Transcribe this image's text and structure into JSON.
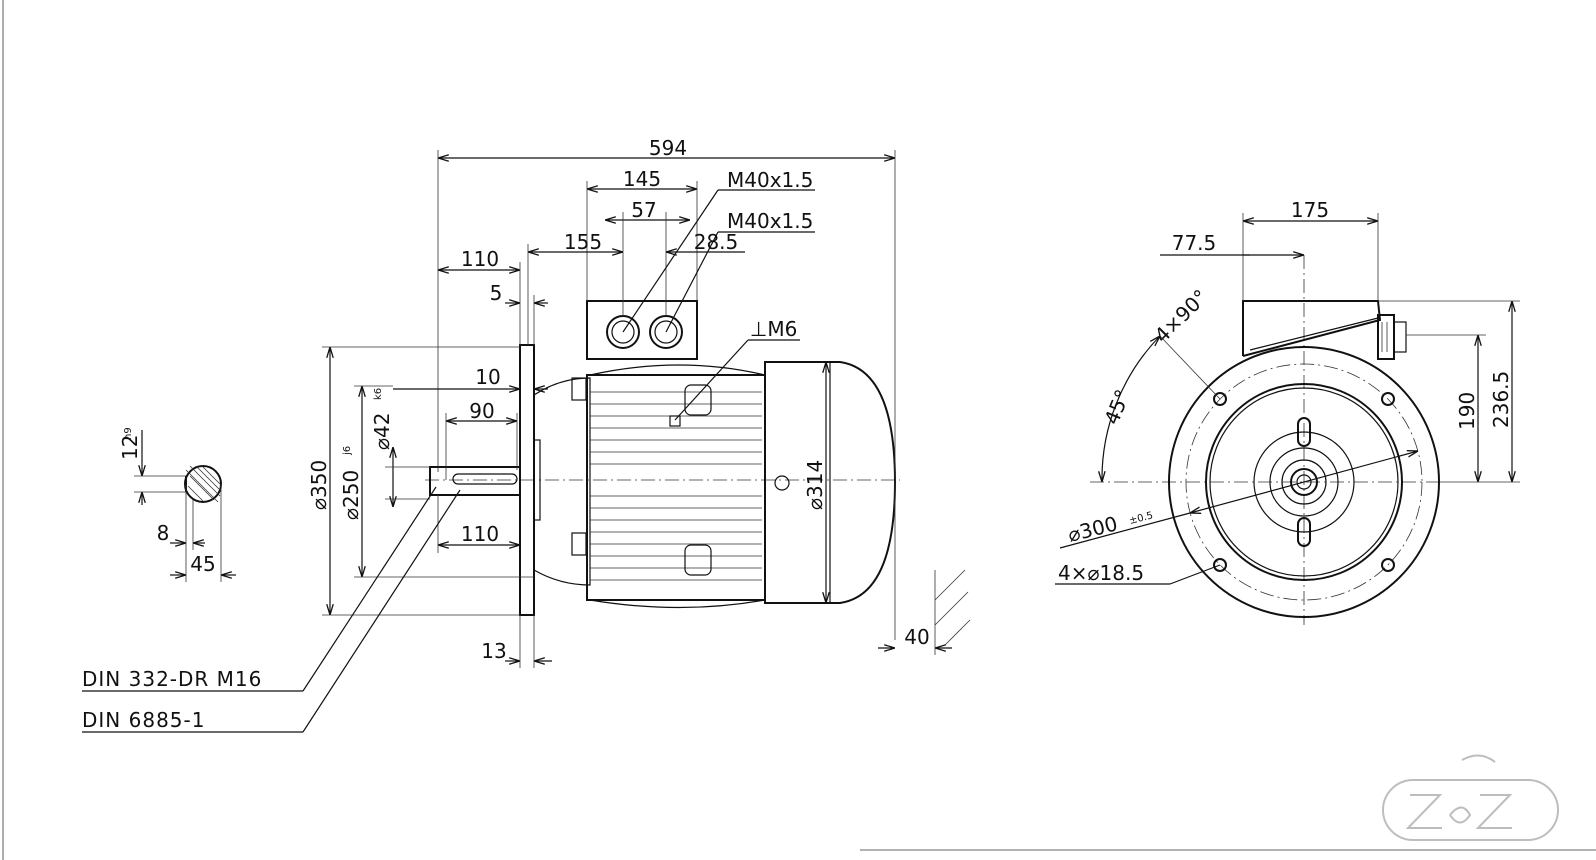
{
  "dims": {
    "overall_length": "594",
    "tb_offset": "145",
    "gland_spacing": "57",
    "gland_thread_1": "M40x1.5",
    "gland_thread_2": "M40x1.5",
    "tb_from_flange": "155",
    "gland_edge": "28.5",
    "shaft_length": "110",
    "flange_spigot": "5",
    "earth": "⊥M6",
    "key_end": "10",
    "key_length": "90",
    "shaft_seat": "110",
    "flange_thickness": "13",
    "flange_od": "⌀350",
    "spigot_d": "⌀250",
    "spigot_tol": "j6",
    "shaft_d": "⌀42",
    "shaft_tol": "k6",
    "frame_d": "⌀314",
    "foot_gap": "40",
    "key_width": "12",
    "key_tol": "h9",
    "key_depth": "8",
    "shaft_h": "45",
    "tb_width": "175",
    "tb_offset_front": "77.5",
    "hole_pattern": "4×90°",
    "hole_angle": "45°",
    "pcd": "⌀300",
    "pcd_tol": "±0.5",
    "holes": "4×⌀18.5",
    "h_190": "190",
    "h_236": "236.5"
  },
  "notes": {
    "din_1": "DIN 332-DR M16",
    "din_2": "DIN 6885-1"
  },
  "watermark": "ZZ"
}
